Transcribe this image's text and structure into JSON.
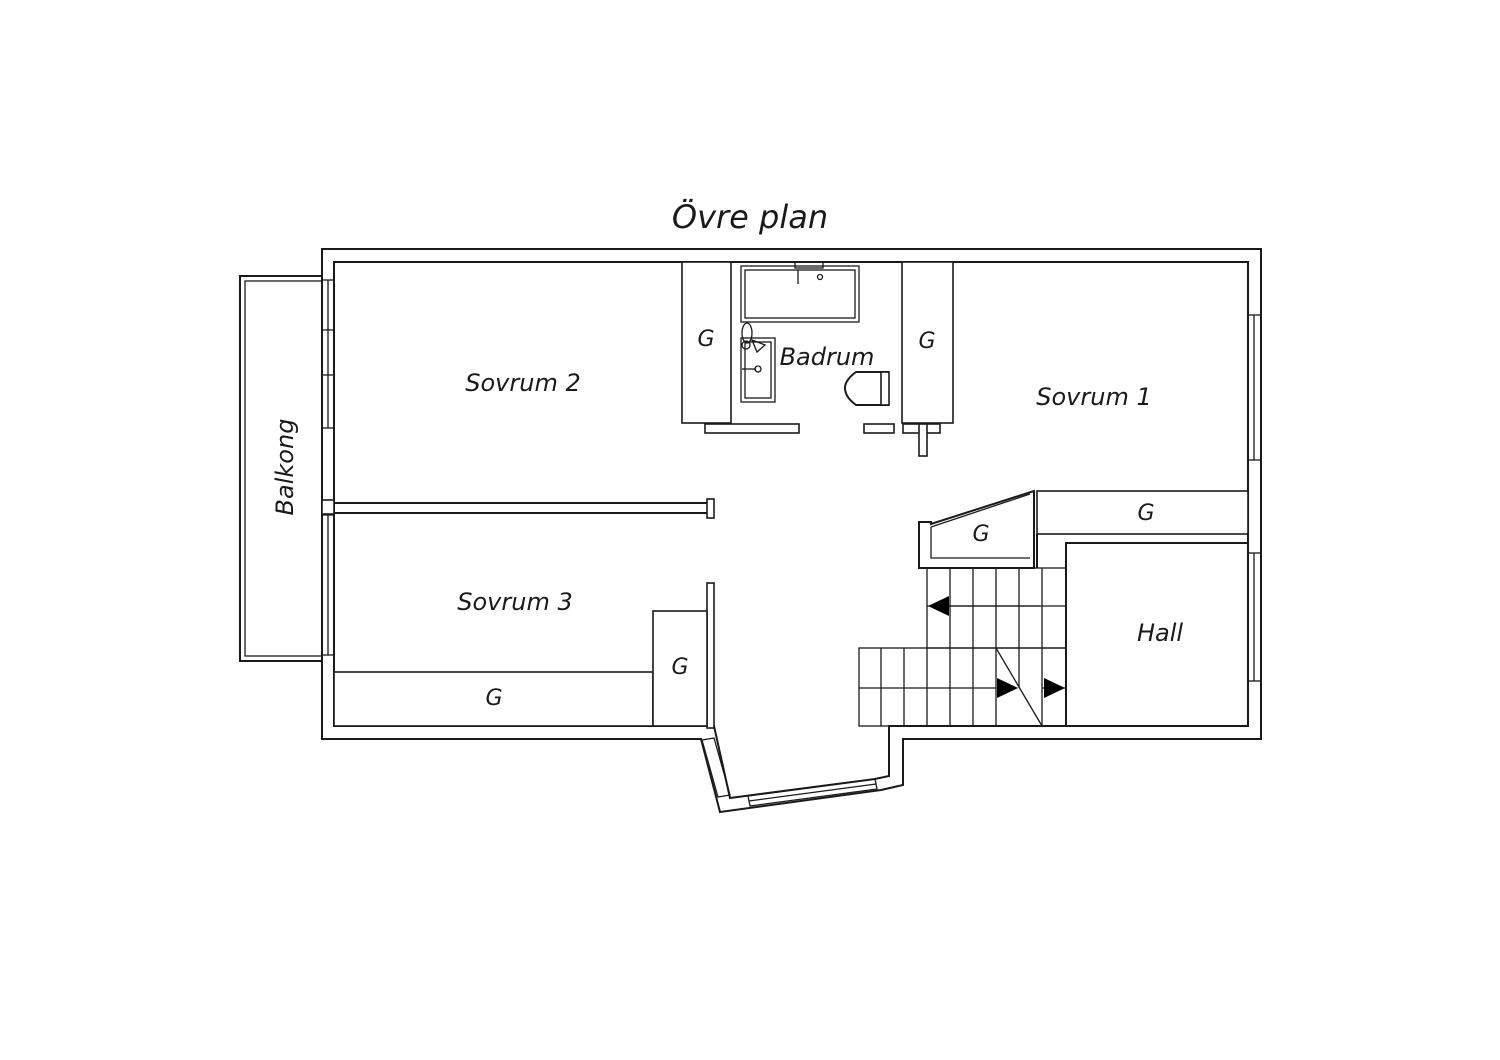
{
  "title": "Övre plan",
  "rooms": {
    "sovrum1": "Sovrum 1",
    "sovrum2": "Sovrum 2",
    "sovrum3": "Sovrum 3",
    "badrum": "Badrum",
    "hall": "Hall",
    "balkong": "Balkong"
  },
  "closets": {
    "g_sovrum2": "G",
    "g_sovrum1": "G",
    "g_stair_left": "G",
    "g_stair_right": "G",
    "g_sovrum3_bottom": "G",
    "g_sovrum3_right": "G"
  }
}
